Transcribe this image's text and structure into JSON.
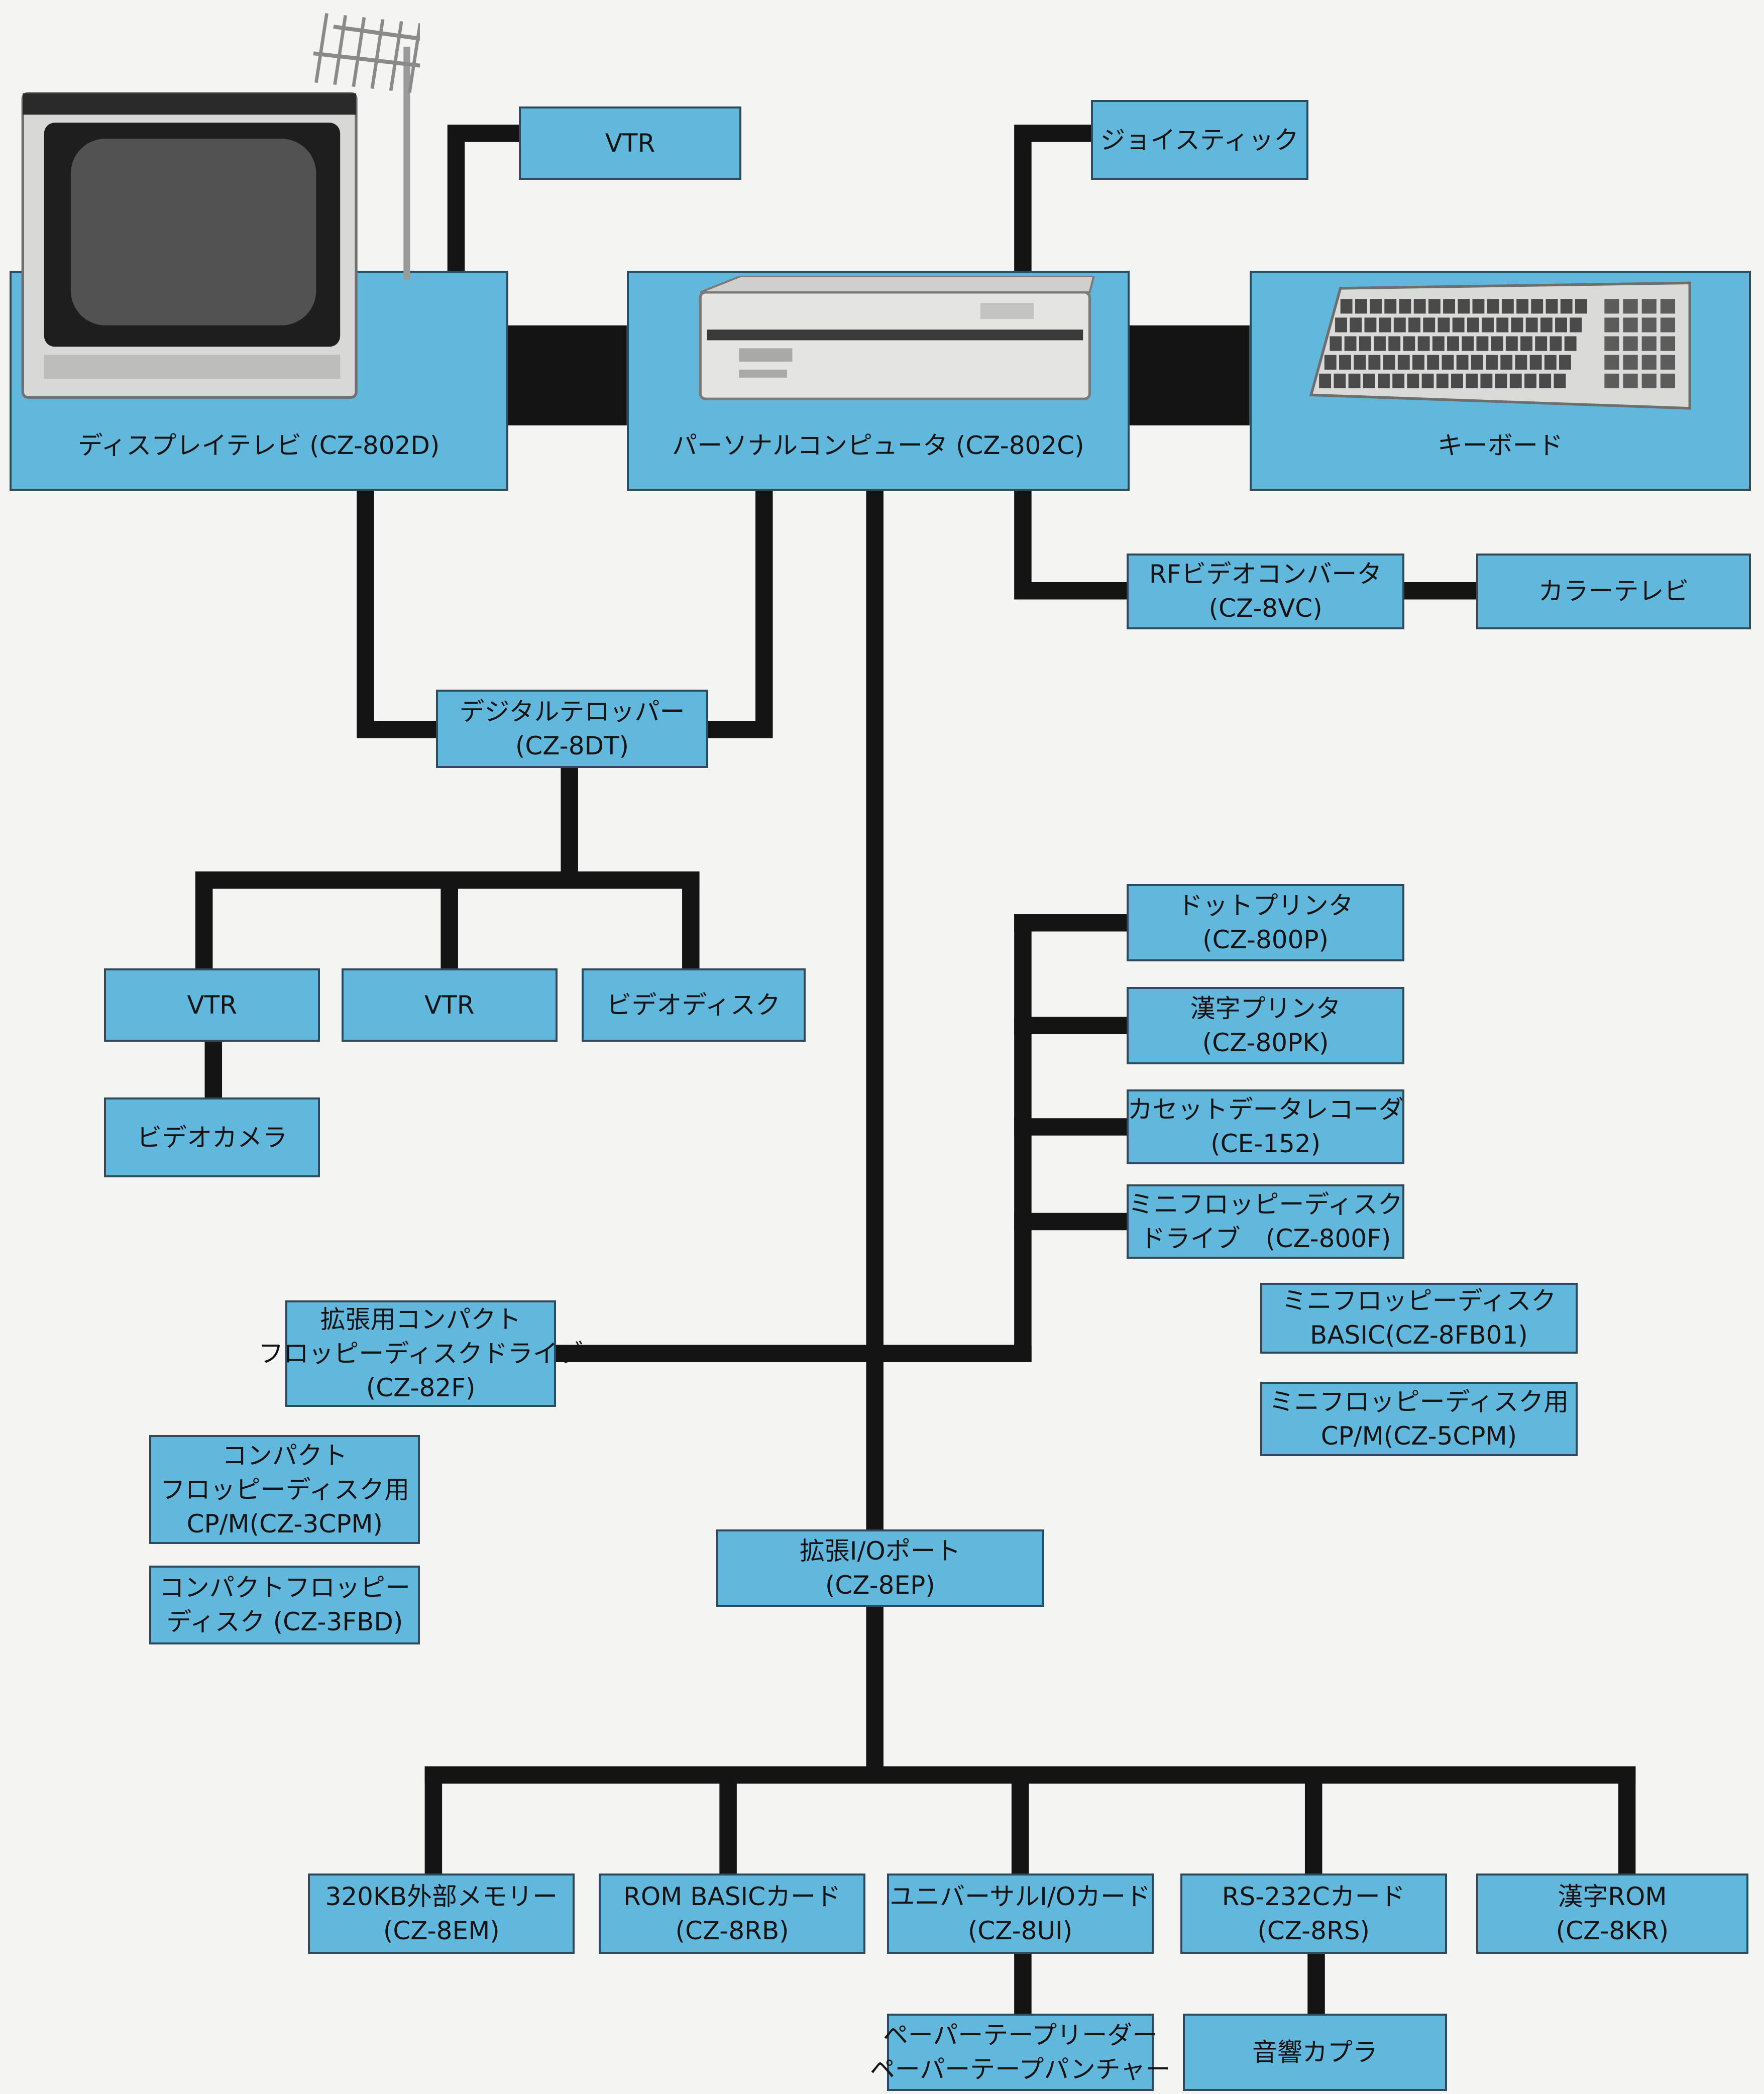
{
  "colors": {
    "box_fill": "#62b7dd",
    "box_border": "#2f4a5a",
    "wire": "#141414",
    "background": "#f4f4f2"
  },
  "main_units": {
    "display": {
      "label": "ディスプレイテレビ (CZ-802D)",
      "icon": "crt-tv-with-antenna"
    },
    "computer": {
      "label": "パーソナルコンピュータ (CZ-802C)",
      "icon": "computer-unit"
    },
    "keyboard": {
      "label": "キーボード",
      "icon": "keyboard"
    }
  },
  "nodes": {
    "vtr_top": [
      "VTR"
    ],
    "joystick": [
      "ジョイスティック"
    ],
    "rf_converter": [
      "RFビデオコンバータ",
      "(CZ-8VC)"
    ],
    "color_tv": [
      "カラーテレビ"
    ],
    "telopper": [
      "デジタルテロッパー",
      "(CZ-8DT)"
    ],
    "vtr_a": [
      "VTR"
    ],
    "vtr_b": [
      "VTR"
    ],
    "video_disc": [
      "ビデオディスク"
    ],
    "video_camera": [
      "ビデオカメラ"
    ],
    "dot_printer": [
      "ドットプリンタ",
      "(CZ-800P)"
    ],
    "kanji_printer": [
      "漢字プリンタ",
      "(CZ-80PK)"
    ],
    "cassette": [
      "カセットデータレコーダ",
      "(CE-152)"
    ],
    "mini_floppy": [
      "ミニフロッピーディスク",
      "ドライブ　(CZ-800F)"
    ],
    "mini_floppy_basic": [
      "ミニフロッピーディスク",
      "BASIC(CZ-8FB01)"
    ],
    "mini_floppy_cpm": [
      "ミニフロッピーディスク用",
      "CP/M(CZ-5CPM)"
    ],
    "compact_floppy_drive": [
      "拡張用コンパクト",
      "フロッピーディスクドライブ",
      "(CZ-82F)"
    ],
    "compact_cpm": [
      "コンパクト",
      "フロッピーディスク用",
      "CP/M(CZ-3CPM)"
    ],
    "compact_disk": [
      "コンパクトフロッピー",
      "ディスク (CZ-3FBD)"
    ],
    "io_port": [
      "拡張I/Oポート",
      "(CZ-8EP)"
    ],
    "ext_memory": [
      "320KB外部メモリー",
      "(CZ-8EM)"
    ],
    "rom_basic": [
      "ROM BASICカード",
      "(CZ-8RB)"
    ],
    "universal_io": [
      "ユニバーサルI/Oカード",
      "(CZ-8UI)"
    ],
    "rs232c": [
      "RS-232Cカード",
      "(CZ-8RS)"
    ],
    "kanji_rom": [
      "漢字ROM",
      "(CZ-8KR)"
    ],
    "paper_tape": [
      "ペーパーテープリーダー",
      "ペーパーテープパンチャー"
    ],
    "acoustic_coupler": [
      "音響カプラ"
    ]
  }
}
